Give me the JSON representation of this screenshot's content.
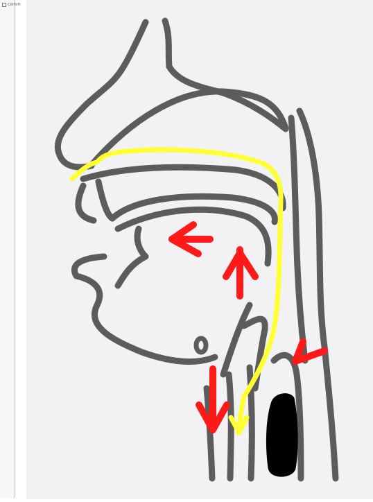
{
  "caption": {
    "text": "comm",
    "icon": "broken-image-icon"
  },
  "colors": {
    "background": "#f2f2f4",
    "outline": "#5c5c5c",
    "airflow": "#ffff33",
    "arrow": "#ff1a1a",
    "obstruction": "#000000"
  },
  "icons": {
    "airflow_path": "yellow-airflow-path",
    "arrows": [
      "red-arrow-left",
      "red-arrow-up",
      "red-arrow-down",
      "red-arrow-diagonal"
    ],
    "obstruction": "black-obstruction-shape"
  }
}
